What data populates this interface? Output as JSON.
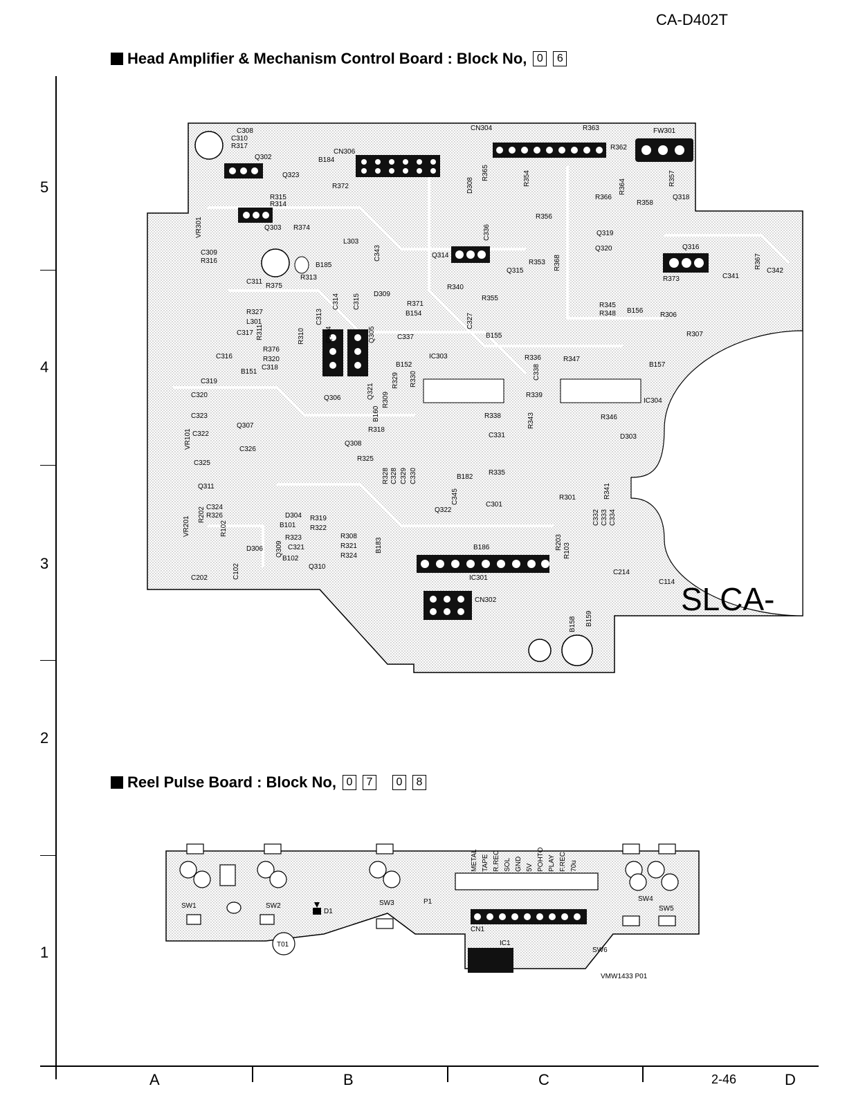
{
  "header": {
    "model": "CA-D402T"
  },
  "board1": {
    "title": "Head Amplifier & Mechanism Control Board : Block No,",
    "block_digits": [
      "0",
      "6"
    ],
    "silkscreen": "SLCA-",
    "labels": [
      "C308",
      "C310",
      "R317",
      "Q302",
      "Q323",
      "B184",
      "CN306",
      "CN304",
      "R363",
      "FW301",
      "R362",
      "R365",
      "R354",
      "R357",
      "R372",
      "D308",
      "R364",
      "R366",
      "Q318",
      "R315",
      "R314",
      "R356",
      "R358",
      "Q303",
      "R374",
      "C336",
      "Q319",
      "Q320",
      "VR301",
      "L303",
      "C343",
      "Q314",
      "Q315",
      "Q316",
      "C309",
      "R316",
      "B185",
      "R353",
      "R368",
      "R367",
      "C342",
      "C311",
      "R375",
      "R313",
      "R340",
      "R373",
      "C341",
      "R327",
      "L301",
      "C313",
      "C314",
      "C315",
      "D309",
      "R371",
      "R355",
      "R345",
      "R348",
      "B156",
      "R306",
      "B154",
      "C327",
      "C317",
      "R311",
      "R310",
      "Q304",
      "Q305",
      "C337",
      "B155",
      "R307",
      "R376",
      "R320",
      "C318",
      "IC303",
      "R336",
      "R347",
      "B157",
      "C316",
      "B151",
      "B152",
      "C338",
      "C319",
      "R329",
      "R330",
      "R339",
      "IC304",
      "C320",
      "Q306",
      "Q321",
      "R309",
      "C323",
      "Q307",
      "B160",
      "R318",
      "R338",
      "R343",
      "R346",
      "C322",
      "VR101",
      "D303",
      "Q308",
      "C331",
      "C325",
      "C326",
      "R325",
      "B182",
      "R335",
      "Q311",
      "R328",
      "C328",
      "C329",
      "C330",
      "C345",
      "C301",
      "R301",
      "R341",
      "C332",
      "C333",
      "C334",
      "C324",
      "R326",
      "D304",
      "B101",
      "R319",
      "R322",
      "Q322",
      "R202",
      "VR201",
      "R102",
      "D306",
      "Q309",
      "R323",
      "C321",
      "R308",
      "R321",
      "R324",
      "B183",
      "B186",
      "R203",
      "R103",
      "B102",
      "Q310",
      "IC301",
      "C214",
      "C114",
      "C202",
      "C102",
      "CN302",
      "B158",
      "B159"
    ]
  },
  "board2": {
    "title": "Reel Pulse Board : Block No,",
    "block_digits": [
      "0",
      "7",
      "0",
      "8"
    ],
    "labels": [
      "SW1",
      "SW2",
      "D1",
      "SW3",
      "P1",
      "SW4",
      "SW5",
      "CN1",
      "IC1",
      "SW6",
      "T01",
      "VMW1433 P01"
    ],
    "connector_pins": [
      "METAL",
      "TAPE",
      "R.REC",
      "SOL",
      "GND",
      "5V",
      "POHTO",
      "PLAY",
      "F.REC",
      "70u"
    ]
  },
  "grid": {
    "rows": [
      "5",
      "4",
      "3",
      "2",
      "1"
    ],
    "cols": [
      "A",
      "B",
      "C",
      "D"
    ],
    "page": "2-46"
  }
}
